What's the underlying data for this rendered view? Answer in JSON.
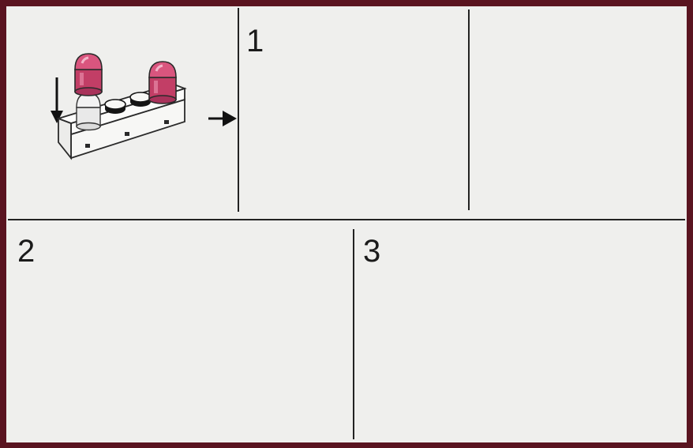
{
  "instruction_sheet": {
    "steps": [
      {
        "label": "1"
      },
      {
        "label": "2"
      },
      {
        "label": "3"
      }
    ],
    "colors": {
      "frame": "#5a1420",
      "paper": "#efefed",
      "brick": "#f6f6f3",
      "brick_outline": "#2a2a2a",
      "light_red": "#d04a72",
      "light_clear": "#e7e7e7",
      "spark": "#d9332b",
      "stud_yellow": "#e6e07a",
      "stud_black": "#151515",
      "divider": "#222222"
    },
    "icons": [
      "arrow-down-icon",
      "arrow-right-icon",
      "rotate-arrows-icon",
      "spark-icon"
    ]
  }
}
